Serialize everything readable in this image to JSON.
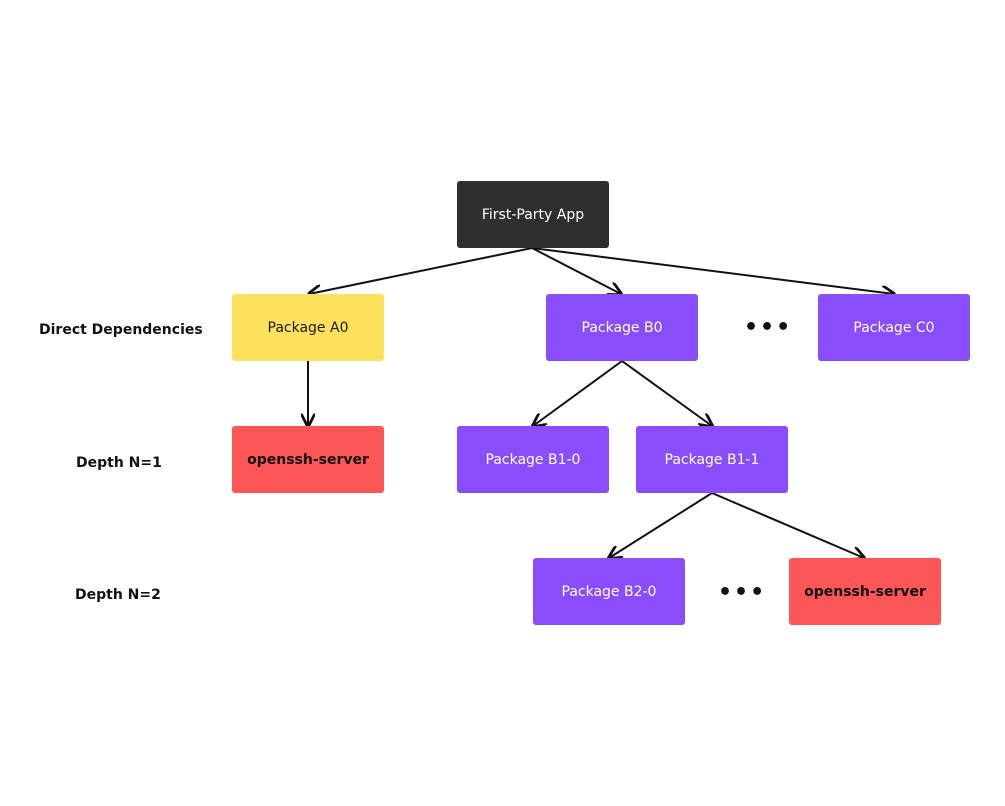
{
  "nodes": {
    "app": "First-Party App",
    "a0": "Package A0",
    "b0": "Package B0",
    "c0": "Package C0",
    "a_depth1": "openssh-server",
    "b1_0": "Package B1-0",
    "b1_1": "Package B1-1",
    "b2_0": "Package B2-0",
    "b_depth2": "openssh-server"
  },
  "row_labels": {
    "direct": "Direct Dependencies",
    "depth1": "Depth N=1",
    "depth2": "Depth N=2"
  },
  "ellipsis": "•••",
  "colors": {
    "app": "#2f2f2f",
    "first_party_dependency": "#fde05c",
    "package": "#8a4dfb",
    "vulnerable_package": "#fc5657",
    "arrow": "#111111"
  }
}
